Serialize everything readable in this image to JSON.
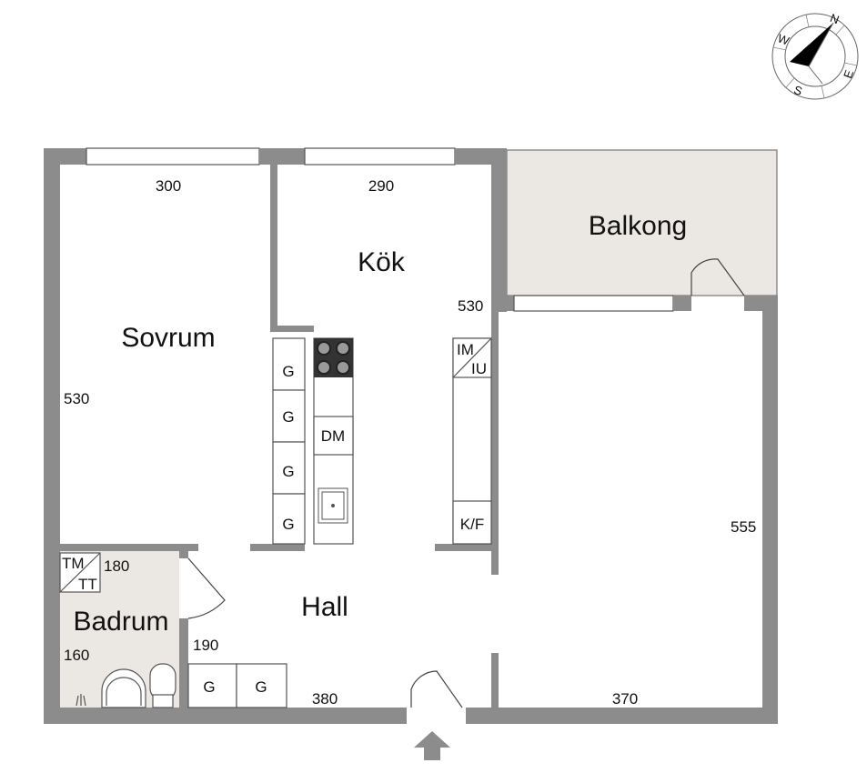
{
  "rooms": {
    "sovrum": "Sovrum",
    "kok": "Kök",
    "balkong": "Balkong",
    "badrum": "Badrum",
    "hall": "Hall"
  },
  "dimensions": {
    "sovrum_width": "300",
    "sovrum_depth": "530",
    "kok_width": "290",
    "kok_depth": "530",
    "living_depth": "555",
    "living_width": "370",
    "hall_width": "380",
    "hall_depth": "190",
    "badrum_width": "180",
    "badrum_depth": "160"
  },
  "fixtures": {
    "wardrobe": "G",
    "dishwasher": "DM",
    "fridge_freezer": "K/F",
    "washer_top": "TM",
    "washer_bottom": "TT",
    "freezer_top": "IM",
    "freezer_bottom": "IU"
  },
  "compass": {
    "n": "N",
    "e": "E",
    "s": "S",
    "w": "W"
  },
  "colors": {
    "wall": "#8c8c8c",
    "wet_floor": "#ebe8e4"
  }
}
